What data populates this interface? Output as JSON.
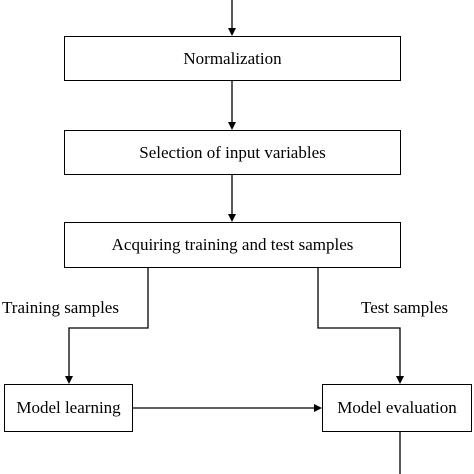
{
  "flowchart": {
    "steps": {
      "normalization": "Normalization",
      "selection": "Selection of input variables",
      "acquiring": "Acquiring training and test samples",
      "model_learning": "Model learning",
      "model_evaluation": "Model evaluation"
    },
    "edge_labels": {
      "training": "Training samples",
      "test": "Test samples"
    }
  }
}
